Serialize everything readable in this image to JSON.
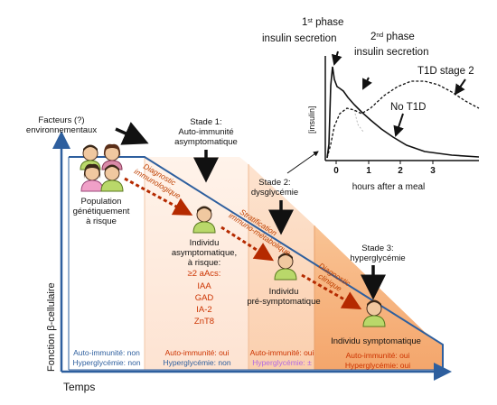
{
  "axes": {
    "y_label": "Fonction β-cellulaire",
    "x_label": "Temps"
  },
  "top_left_label": [
    "Facteurs (?)",
    "environnementaux"
  ],
  "stages": {
    "stage1": [
      "Stade 1:",
      "Auto-immunité",
      "asymptomatique"
    ],
    "stage2": [
      "Stade 2:",
      "dysglycémie"
    ],
    "stage3": [
      "Stade 3:",
      "hyperglycémie"
    ]
  },
  "population": [
    "Population",
    "génétiquement",
    "à risque"
  ],
  "individu_asymptomatique": [
    "Individu",
    "asymptomatique,",
    "à risque:"
  ],
  "antibodies": [
    "≥2 aAcs:",
    "IAA",
    "GAD",
    "IA-2",
    "ZnT8"
  ],
  "individu_presymptomatique": [
    "Individu",
    "pré-symptomatique"
  ],
  "individu_symptomatique": "Individu symptomatique",
  "arrows": {
    "diagnostic_immunologique": [
      "Diagnostic",
      "immunologique"
    ],
    "stratification": [
      "Stratification",
      "immuno-métabolique"
    ],
    "diagnostic_clinique": [
      "Diagnostic",
      "clinique"
    ]
  },
  "status_rows": [
    {
      "auto": "Auto-immunité: non",
      "hyper": "Hyperglycémie: non"
    },
    {
      "auto": "Auto-immunité: oui",
      "hyper": "Hyperglycémie: non"
    },
    {
      "auto": "Auto-immunité: oui",
      "hyper": "Hyperglycémie: ±"
    },
    {
      "auto": "Auto-immunité: oui",
      "hyper": "Hyperglycémie: oui"
    }
  ],
  "inset": {
    "ylabel": "[insulin]",
    "xlabel": "hours after a meal",
    "xticks": [
      "0",
      "1",
      "2",
      "3"
    ],
    "first_phase": [
      "phase",
      "insulin secretion"
    ],
    "first_phase_num": "1",
    "first_phase_sup": "st",
    "second_phase": [
      "phase",
      "insulin secretion"
    ],
    "second_phase_num": "2",
    "second_phase_sup": "nd",
    "t1d_stage2": "T1D stage 2",
    "no_t1d": "No T1D"
  },
  "colors": {
    "axis_blue": "#2e5f9e",
    "stage_col1": "#fde3d2",
    "stage_col2": "#fbcfae",
    "stage_col3": "#f6b07e",
    "arrow_red": "#b52a00",
    "status_blue": "#2e5f9e",
    "status_red": "#cc3300",
    "status_purple": "#b36be0"
  }
}
